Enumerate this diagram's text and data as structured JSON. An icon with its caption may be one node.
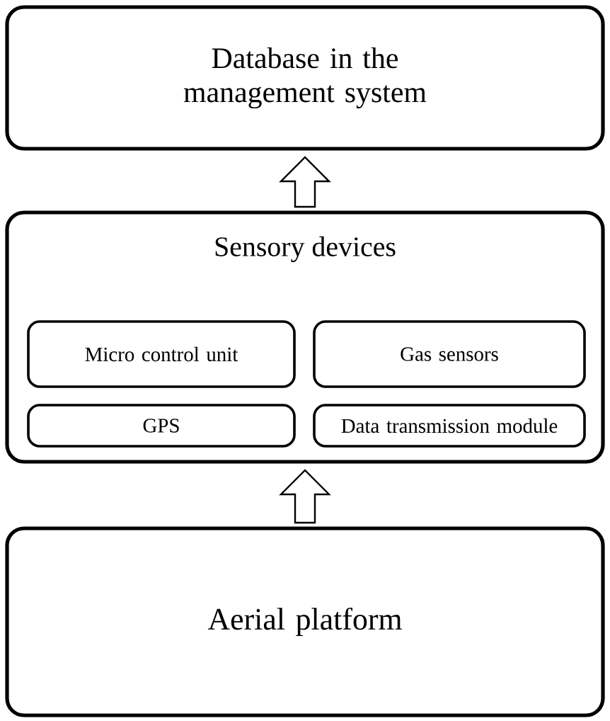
{
  "diagram": {
    "nodes": [
      {
        "text": [
          "Database in the management system"
        ]
      },
      {
        "text": [
          "Sensory devices"
        ]
      },
      {
        "text": [
          "Micro control unit"
        ],
        "in": 1
      },
      {
        "text": [
          "Gas sensors"
        ],
        "in": 1
      },
      {
        "text": [
          "GPS"
        ],
        "in": 1
      },
      {
        "text": [
          "Data transmission module"
        ],
        "in": 1
      },
      {
        "text": [
          "Aerial platform"
        ]
      }
    ],
    "edges": [
      {
        "from": 1,
        "to": 0,
        "arrow": "to"
      },
      {
        "from": 6,
        "to": 1,
        "arrow": "to"
      }
    ]
  }
}
